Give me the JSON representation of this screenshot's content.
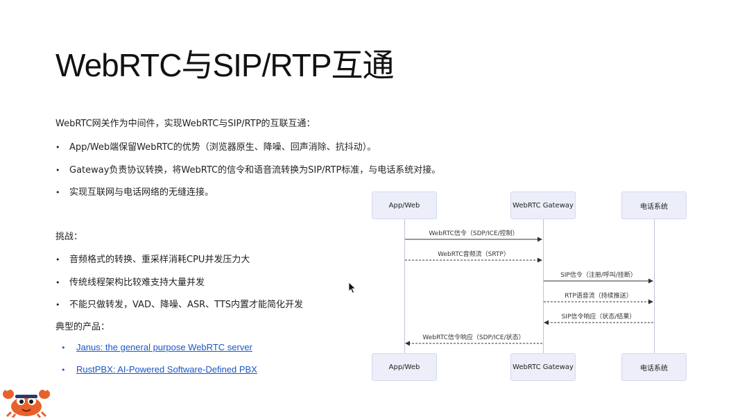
{
  "slide": {
    "title": "WebRTC与SIP/RTP互通",
    "intro": "WebRTC网关作为中间件，实现WebRTC与SIP/RTP的互联互通：",
    "bullets": [
      "App/Web端保留WebRTC的优势（浏览器原生、降噪、回声消除、抗抖动）。",
      "Gateway负责协议转换，将WebRTC的信令和语音流转换为SIP/RTP标准，与电话系统对接。",
      "实现互联网与电话网络的无缝连接。"
    ],
    "challenge_heading": "挑战：",
    "challenges": [
      "音频格式的转换、重采样消耗CPU并发压力大",
      "传统线程架构比较难支持大量并发",
      "不能只做转发，VAD、降噪、ASR、TTS内置才能简化开发"
    ],
    "products_heading": "典型的产品：",
    "products": [
      "Janus: the general purpose WebRTC server",
      "RustPBX: AI-Powered Software-Defined PBX"
    ],
    "bullet_glyph": "•"
  },
  "diagram": {
    "participants": [
      "App/Web",
      "WebRTC Gateway",
      "电话系统"
    ],
    "messages": [
      {
        "label": "WebRTC信令（SDP/ICE/控制）",
        "from": 0,
        "to": 1,
        "style": "solid"
      },
      {
        "label": "WebRTC音频流（SRTP）",
        "from": 0,
        "to": 1,
        "style": "dashed"
      },
      {
        "label": "SIP信令（注册/呼叫/挂断）",
        "from": 1,
        "to": 2,
        "style": "solid"
      },
      {
        "label": "RTP语音流（持续推送）",
        "from": 1,
        "to": 2,
        "style": "dashed"
      },
      {
        "label": "SIP信令响应（状态/结果）",
        "from": 2,
        "to": 1,
        "style": "dashed"
      },
      {
        "label": "WebRTC信令响应（SDP/ICE/状态）",
        "from": 1,
        "to": 0,
        "style": "dashed"
      }
    ]
  },
  "colors": {
    "link": "#1a56c4",
    "box_fill": "#eceef9",
    "box_border": "#d5d8ef",
    "arrow": "#333333"
  },
  "icons": {
    "cursor": "mouse-pointer-icon",
    "mascot": "crab-mascot-icon"
  }
}
